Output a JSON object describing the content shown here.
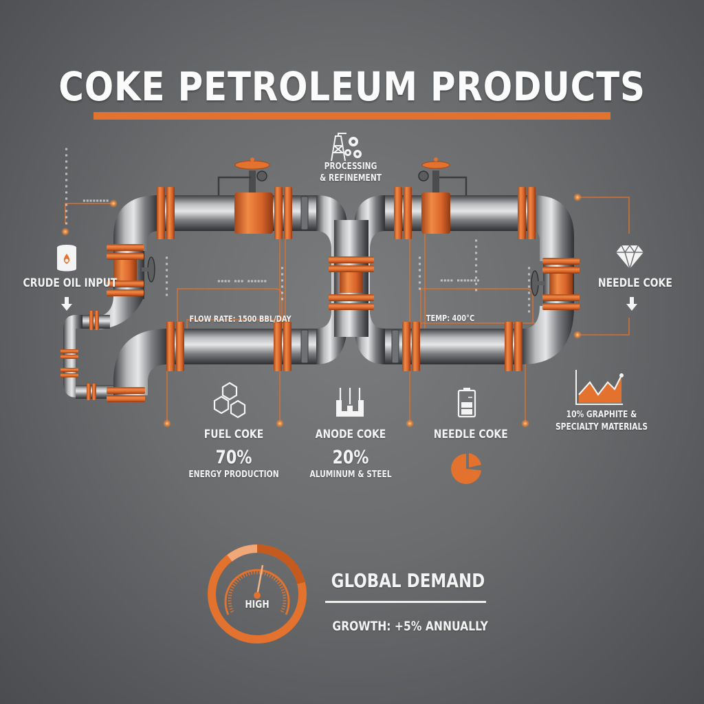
{
  "header": {
    "title": "COKE PETROLEUM PRODUCTS"
  },
  "stages": {
    "processing": {
      "line1": "PROCESSING",
      "line2": "& REFINEMENT",
      "icon": "refinery-gears-icon"
    },
    "input": {
      "label": "CRUDE OIL INPUT",
      "icon": "oil-barrel-icon"
    },
    "output": {
      "label": "NEEDLE COKE",
      "icon": "diamond-icon"
    }
  },
  "annotations": {
    "flow_rate": "FLOW RATE: 1500 BBL/DAY",
    "temperature": "TEMP: 400°C"
  },
  "products": [
    {
      "name": "FUEL COKE",
      "percent": "70%",
      "use": "ENERGY PRODUCTION",
      "icon": "hexagons-icon"
    },
    {
      "name": "ANODE COKE",
      "percent": "20%",
      "use": "ALUMINUM & STEEL",
      "icon": "electrolysis-cell-icon"
    },
    {
      "name": "NEEDLE COKE",
      "percent": "",
      "use": "",
      "icon": "battery-icon"
    },
    {
      "name": "10% GRAPHITE &",
      "name2": "SPECIALTY MATERIALS",
      "icon": "area-chart-icon"
    }
  ],
  "demand": {
    "gauge_label": "HIGH",
    "title": "GLOBAL DEMAND",
    "growth": "GROWTH: +5% ANNUALLY"
  },
  "colors": {
    "accent": "#e2722d",
    "background": "#6a6c6e",
    "text": "#f4f4f4",
    "pipe": "#8e9093"
  },
  "chart_data": {
    "type": "pie",
    "title": "Coke Petroleum Products",
    "categories": [
      "Fuel Coke (Energy Production)",
      "Anode Coke (Aluminum & Steel)",
      "Graphite & Specialty Materials (Needle Coke)"
    ],
    "values": [
      70,
      20,
      10
    ],
    "units": "%"
  }
}
